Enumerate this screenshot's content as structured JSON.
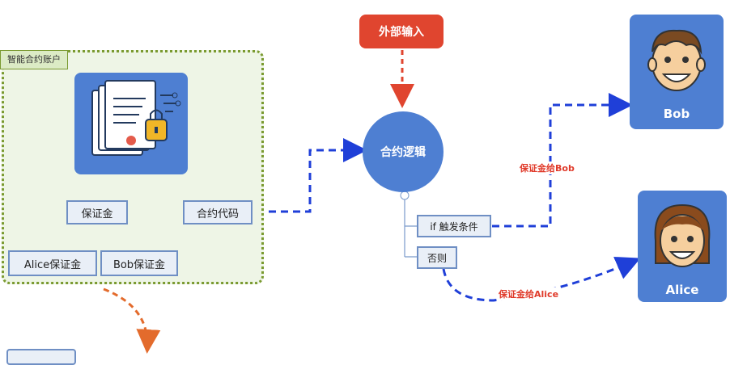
{
  "container": {
    "title": "智能合约账户"
  },
  "nodes": {
    "guarantee": "保证金",
    "contract_code": "合约代码",
    "alice_guarantee": "Alice保证金",
    "bob_guarantee": "Bob保证金"
  },
  "external_input": "外部输入",
  "contract_logic": "合约逻辑",
  "branches": {
    "if_trigger": "if 触发条件",
    "else": "否则"
  },
  "edge_labels": {
    "to_bob": "保证金给Bob",
    "to_alice": "保证金给Alice"
  },
  "people": {
    "bob": "Bob",
    "alice": "Alice"
  },
  "colors": {
    "blue": "#4e7fd2",
    "red": "#e0452f",
    "dash_blue": "#1f3fd8",
    "orange": "#e36b2c",
    "green_border": "#7a9a30"
  }
}
